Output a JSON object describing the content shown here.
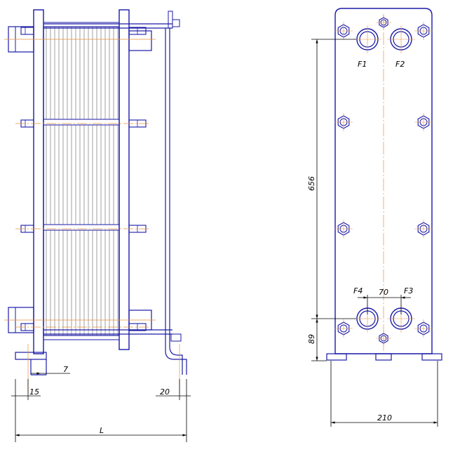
{
  "colors": {
    "outline": "#1a1aa8",
    "dimension": "#000000",
    "centerline": "#e8923a",
    "plates": "#888888"
  },
  "ports": {
    "f1": "F1",
    "f2": "F2",
    "f3": "F3",
    "f4": "F4"
  },
  "dimensions": {
    "bolt_offset": "7",
    "left_foot": "15",
    "right_foot": "20",
    "length": "L",
    "height": "656",
    "port_spacing": "70",
    "bottom_offset": "89",
    "width": "210"
  }
}
